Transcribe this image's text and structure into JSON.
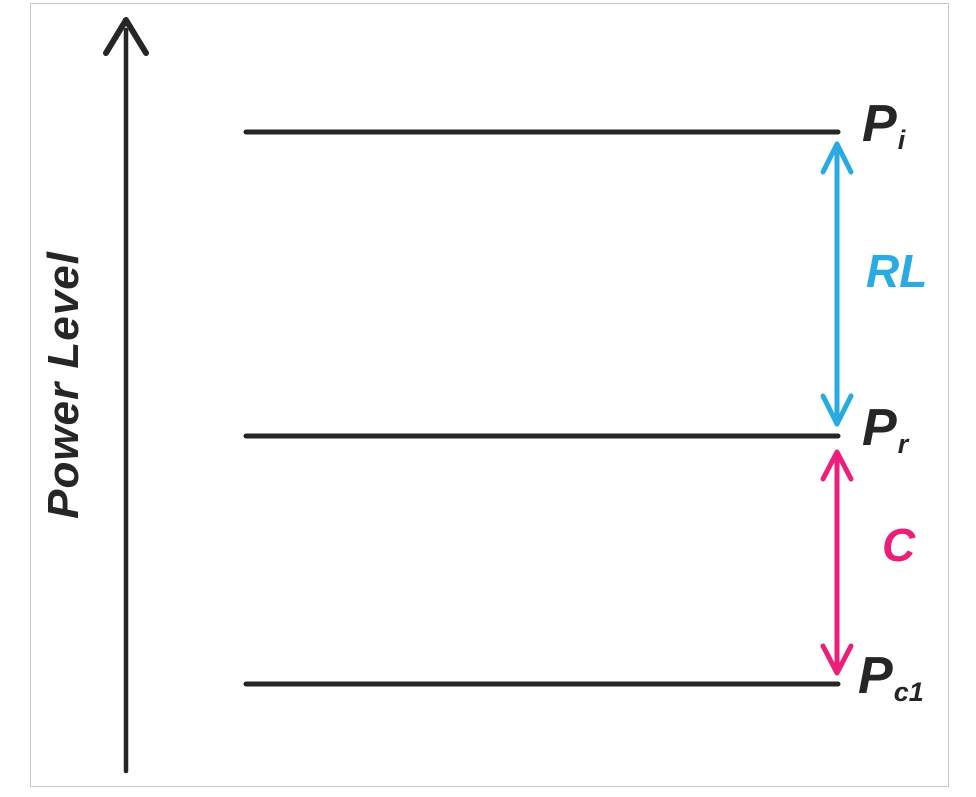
{
  "axis": {
    "label": "Power Level"
  },
  "levels": [
    {
      "id": "pi",
      "base": "P",
      "sub": "i"
    },
    {
      "id": "pr",
      "base": "P",
      "sub": "r"
    },
    {
      "id": "pc1",
      "base": "P",
      "sub": "c1"
    }
  ],
  "spans": [
    {
      "id": "rl",
      "label": "RL",
      "between": [
        "Pi",
        "Pr"
      ],
      "color": "#29ABE2"
    },
    {
      "id": "c",
      "label": "C",
      "between": [
        "Pr",
        "Pc1"
      ],
      "color": "#EC1E79"
    }
  ],
  "colors": {
    "ink": "#262626",
    "rl_blue": "#29ABE2",
    "c_magenta": "#EC1E79",
    "frame_border": "#C8C8C8",
    "background": "#FFFFFF"
  }
}
